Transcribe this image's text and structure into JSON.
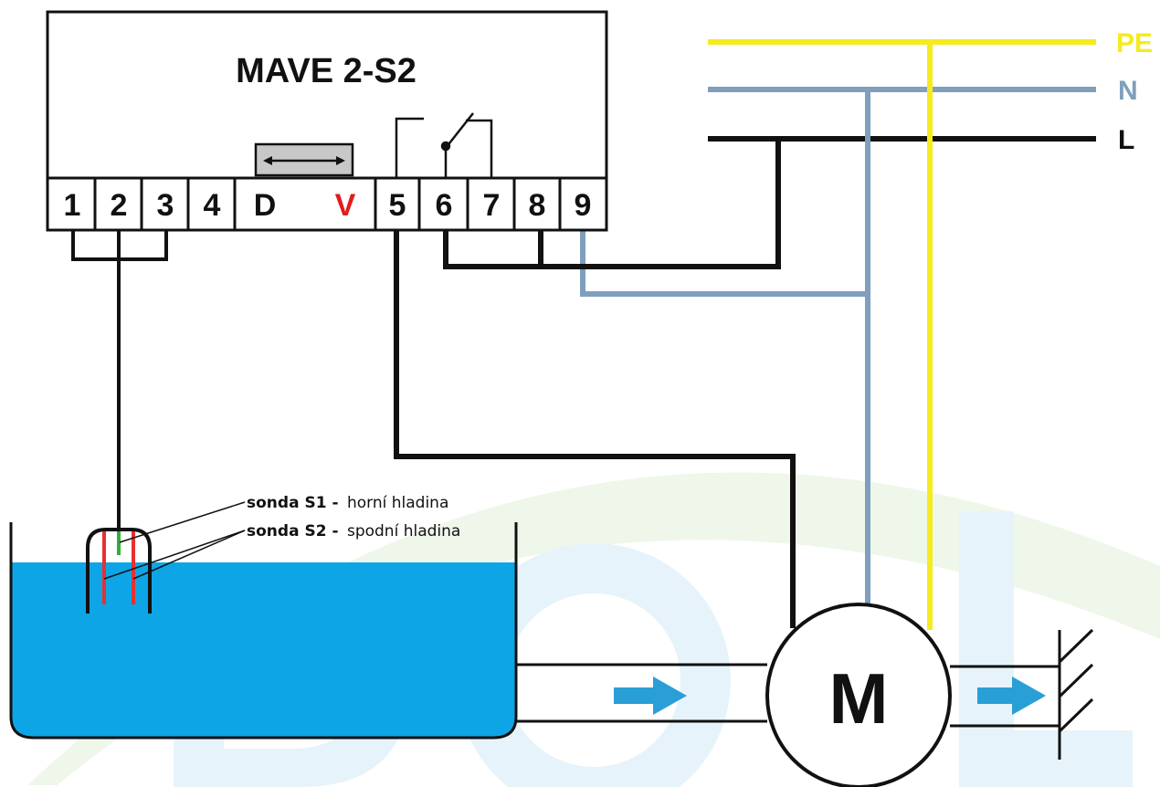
{
  "controller": {
    "title": "MAVE 2-S2",
    "terminals": [
      "1",
      "2",
      "3",
      "4",
      "D",
      "V",
      "5",
      "6",
      "7",
      "8",
      "9"
    ]
  },
  "lines": [
    {
      "label": "PE",
      "color": "#f5eb1e"
    },
    {
      "label": "N",
      "color": "#7f9fbc"
    },
    {
      "label": "L",
      "color": "#111111"
    }
  ],
  "probes": [
    {
      "name": "sonda S1 -",
      "desc": "horní hladina"
    },
    {
      "name": "sonda S2 -",
      "desc": "spodní hladina"
    }
  ],
  "motor": {
    "label": "M"
  },
  "colors": {
    "water": "#0ea5e6",
    "arrow": "#2a9fd6",
    "wire": "#111111",
    "neutral": "#7f9fbc",
    "earth": "#f5eb1e",
    "probe_red": "#e83030",
    "probe_green": "#2fae3a",
    "watermark_blue": "#e6f3fb",
    "watermark_green": "#edf6e6"
  }
}
